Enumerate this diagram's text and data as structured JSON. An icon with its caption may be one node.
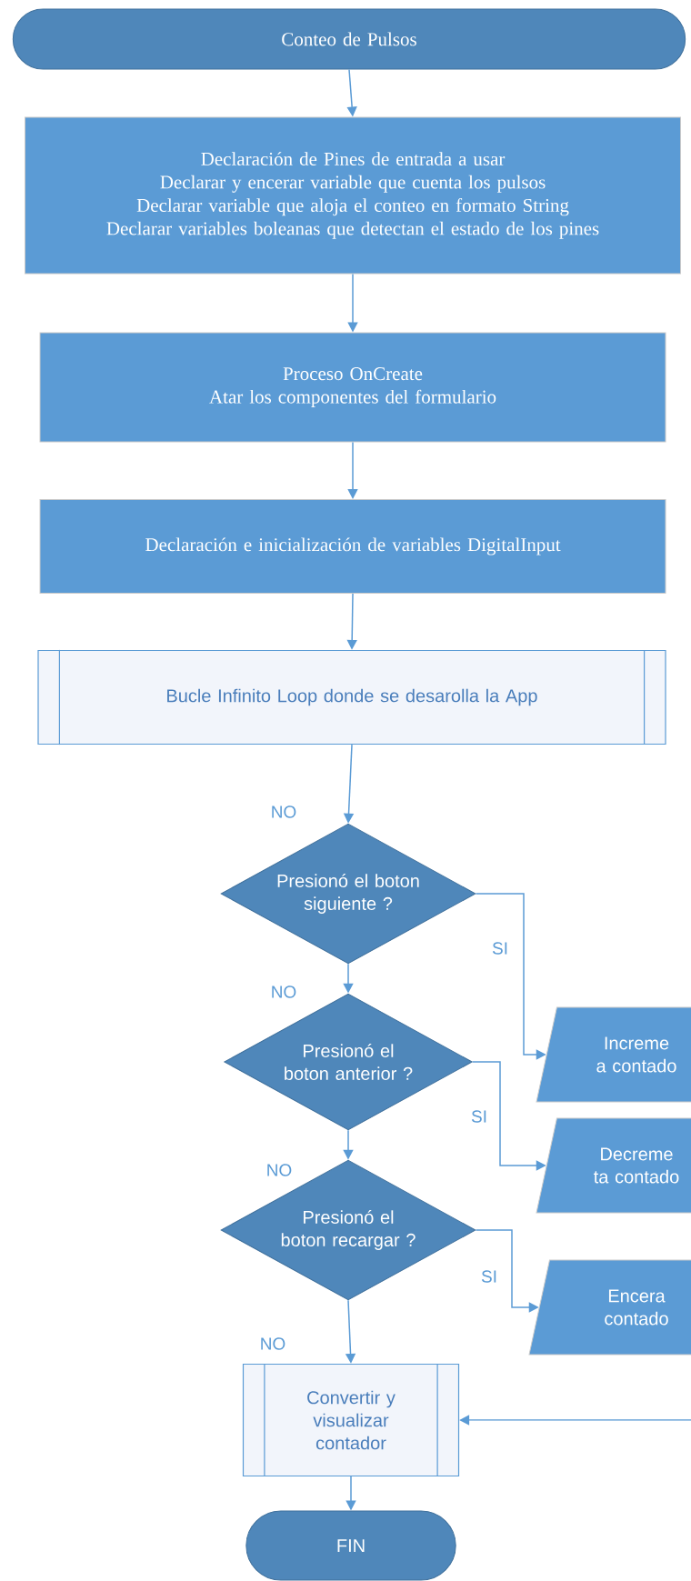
{
  "diagram": {
    "nodes": [
      {
        "text": [
          "Conteo de Pulsos"
        ]
      },
      {
        "text": [
          "Declaración de Pines de entrada a usar",
          "Declarar y encerar variable que cuenta los pulsos",
          "Declarar variable que aloja el conteo en formato String",
          "Declarar variables boleanas que detectan el estado de los pines"
        ]
      },
      {
        "text": [
          "Proceso OnCreate",
          "Atar los componentes del formulario"
        ]
      },
      {
        "text": [
          "Declaración e inicialización de variables DigitalInput"
        ]
      },
      {
        "text": [
          "Bucle Infinito Loop donde se desarolla la App"
        ]
      },
      {
        "text": [
          "Presionó el boton siguiente ?"
        ]
      },
      {
        "text": [
          "Presionó el boton anterior ?"
        ]
      },
      {
        "text": [
          "Presionó el boton recargar ?"
        ]
      },
      {
        "text": [
          "Increme a contado"
        ]
      },
      {
        "text": [
          "Decreme ta contado"
        ]
      },
      {
        "text": [
          "Encera contado"
        ]
      },
      {
        "text": [
          "Convertir y visualizar contador"
        ]
      },
      {
        "text": [
          "FIN"
        ]
      }
    ],
    "edges": [
      {
        "from": 0,
        "to": 1,
        "arrow": "to"
      },
      {
        "from": 1,
        "to": 2,
        "arrow": "to"
      },
      {
        "from": 2,
        "to": 3,
        "arrow": "to"
      },
      {
        "from": 3,
        "to": 4,
        "arrow": "to"
      },
      {
        "from": 4,
        "to": 5,
        "arrow": "to",
        "label": "NO"
      },
      {
        "from": 5,
        "to": 6,
        "arrow": "to",
        "label": "NO"
      },
      {
        "from": 6,
        "to": 7,
        "arrow": "to",
        "label": "NO"
      },
      {
        "from": 7,
        "to": 11,
        "arrow": "to",
        "label": "NO"
      },
      {
        "from": 5,
        "to": 8,
        "arrow": "to",
        "label": "SI"
      },
      {
        "from": 6,
        "to": 9,
        "arrow": "to",
        "label": "SI"
      },
      {
        "from": 7,
        "to": 10,
        "arrow": "to",
        "label": "SI"
      },
      {
        "from": null,
        "to": 11,
        "arrow": "to"
      },
      {
        "from": 11,
        "to": 12,
        "arrow": "to"
      }
    ]
  }
}
